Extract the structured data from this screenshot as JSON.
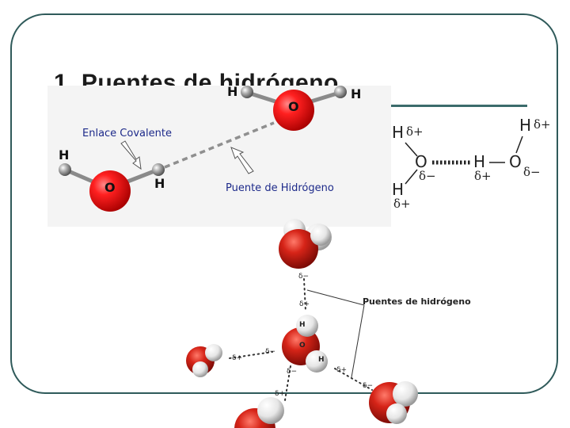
{
  "slide": {
    "title": "1. Puentes de hidrógeno"
  },
  "top_diagram": {
    "atoms": {
      "h_top_left": "H",
      "o_top": "O",
      "h_top_right": "H",
      "h_left": "H",
      "o_left": "O",
      "h_bond": "H"
    },
    "labels": {
      "covalent": "Enlace Covalente",
      "hbond": "Puente de Hidrógeno"
    }
  },
  "formula": {
    "h_upper": "H",
    "o_left": "O",
    "h_lower": "H",
    "h_middle": "H",
    "o_right": "O",
    "h_right_top": "H",
    "d_plus_upper": "δ+",
    "d_minus_o": "δ−",
    "d_plus_lower": "δ+",
    "d_plus_mid": "δ+",
    "d_minus_right": "δ−",
    "d_plus_right": "δ+"
  },
  "bottom_diagram": {
    "caption": "Puentes de hidrógeno",
    "atoms": {
      "h1": "H",
      "o": "O",
      "h2": "H"
    },
    "deltas": {
      "top_minus": "δ−",
      "top_plus": "δ+",
      "left_plus": "δ+",
      "left_minus": "δ−",
      "bottom_minus": "δ−",
      "bottom_plus": "δ+",
      "right_plus": "δ+",
      "right_minus": "δ−"
    }
  },
  "colors": {
    "frame": "#2f5a5a",
    "oxygen": "#e01010",
    "hydrogen": "#9a9a9a",
    "label_text": "#1d2a8a"
  }
}
